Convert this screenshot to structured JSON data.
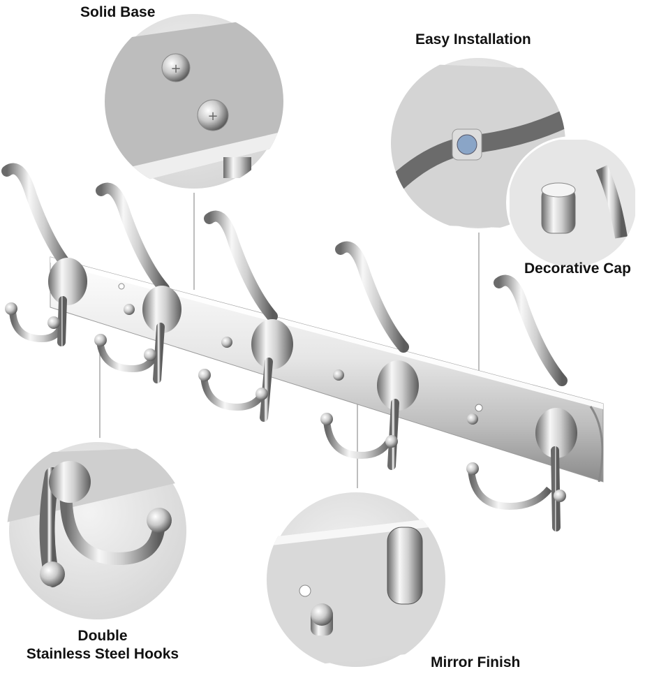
{
  "callouts": {
    "solid_base": "Solid Base",
    "easy_installation": "Easy Installation",
    "decorative_cap": "Decorative Cap",
    "double_hooks_line1": "Double",
    "double_hooks_line2": "Stainless Steel Hooks",
    "mirror_finish": "Mirror Finish"
  },
  "colors": {
    "steel_light": "#f2f2f2",
    "steel_mid": "#c8c8c8",
    "steel_dark": "#6e6e6e",
    "background": "#ffffff",
    "leader_line": "#9a9a9a"
  },
  "product": {
    "hook_count": 5,
    "type": "wall-mounted coat hook rail"
  }
}
